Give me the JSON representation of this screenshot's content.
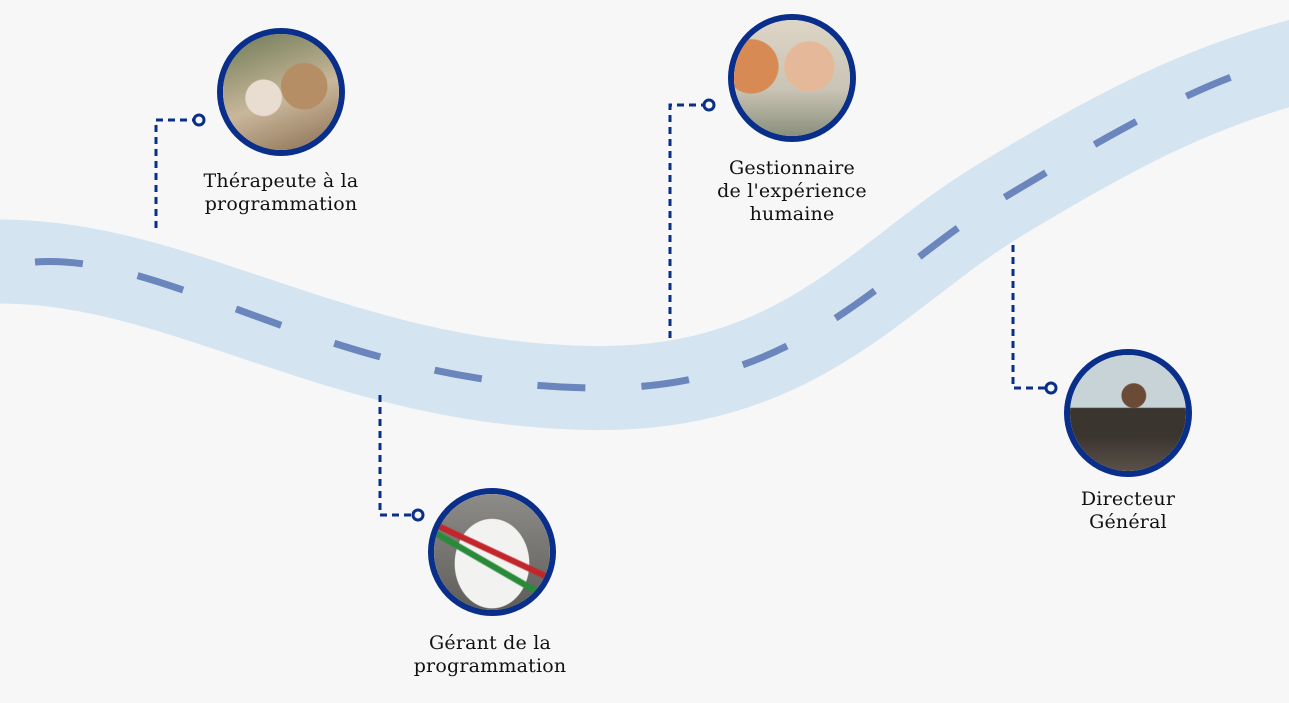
{
  "colors": {
    "background": "#f7f7f7",
    "road": "#d4e4f0",
    "road_dash": "#6b86bd",
    "accent": "#0a2f8a"
  },
  "steps": [
    {
      "title_line1": "Thérapeute à la",
      "title_line2": "programmation",
      "image": "senior-with-caregiver-photo"
    },
    {
      "title_line1": "Gérant de la",
      "title_line2": "programmation",
      "image": "notebook-mindmap-photo"
    },
    {
      "title_line1": "Gestionnaire",
      "title_line2": "de l'expérience",
      "title_line3": "humaine",
      "image": "smiling-senior-man-photo"
    },
    {
      "title_line1": "Directeur",
      "title_line2": "Général",
      "image": "business-meeting-photo"
    }
  ]
}
